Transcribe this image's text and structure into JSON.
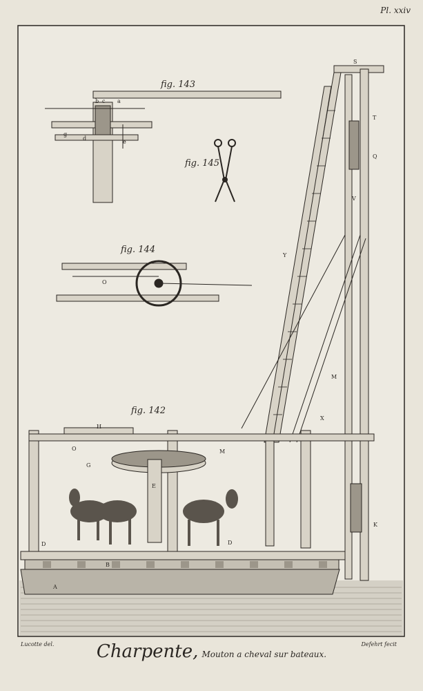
{
  "plate_number": "Pl. xxiv",
  "figures": {
    "fig143": "fig. 143",
    "fig144": "fig. 144",
    "fig145": "fig. 145",
    "fig142": "fig. 142"
  },
  "letters": {
    "S": "S",
    "T": "T",
    "Q": "Q",
    "Y": "Y",
    "V": "V",
    "M": "M",
    "X": "X",
    "K": "K",
    "H": "H",
    "O": "O",
    "G": "G",
    "E": "E",
    "D": "D",
    "B": "B",
    "A": "A",
    "a": "a",
    "b": "b",
    "c": "c",
    "d": "d",
    "e": "e",
    "g": "g"
  },
  "credits": {
    "left": "Lucotte del.",
    "right": "Defehrt fecit"
  },
  "title": {
    "main": "Charpente,",
    "sub": "Mouton a cheval sur bateaux."
  }
}
